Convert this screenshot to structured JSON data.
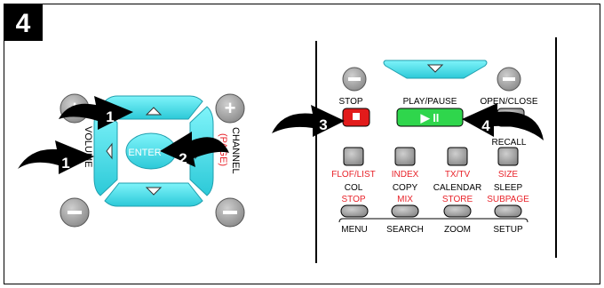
{
  "step_badge": "4",
  "colors": {
    "cyan": "#49e6ef",
    "cyan_edge": "#1f9fae",
    "gray_btn": "#a9a9a9",
    "red_label": "#e8232a",
    "stop_red": "#e21b1b",
    "play_green": "#2fd64c",
    "black": "#000000"
  },
  "left_panel": {
    "enter_label": "ENTER",
    "volume_label": "VOLUME",
    "channel_label": "CHANNEL",
    "page_label": "(PAGE)",
    "arrow_numbers": [
      "1",
      "1",
      "2"
    ]
  },
  "right_panel": {
    "stop_label": "STOP",
    "play_pause_label": "PLAY/PAUSE",
    "open_close_label": "OPEN/CLOSE",
    "play_pause_symbol": "▶ II",
    "recall_label": "RECALL",
    "red_row": [
      "FLOF/LIST",
      "INDEX",
      "TX/TV",
      "SIZE"
    ],
    "black_row": [
      "COL",
      "COPY",
      "CALENDAR",
      "SLEEP"
    ],
    "red_row2": [
      "STOP",
      "MIX",
      "STORE",
      "SUBPAGE"
    ],
    "bottom_row": [
      "MENU",
      "SEARCH",
      "ZOOM",
      "SETUP"
    ],
    "arrow_numbers": [
      "3",
      "4"
    ]
  }
}
